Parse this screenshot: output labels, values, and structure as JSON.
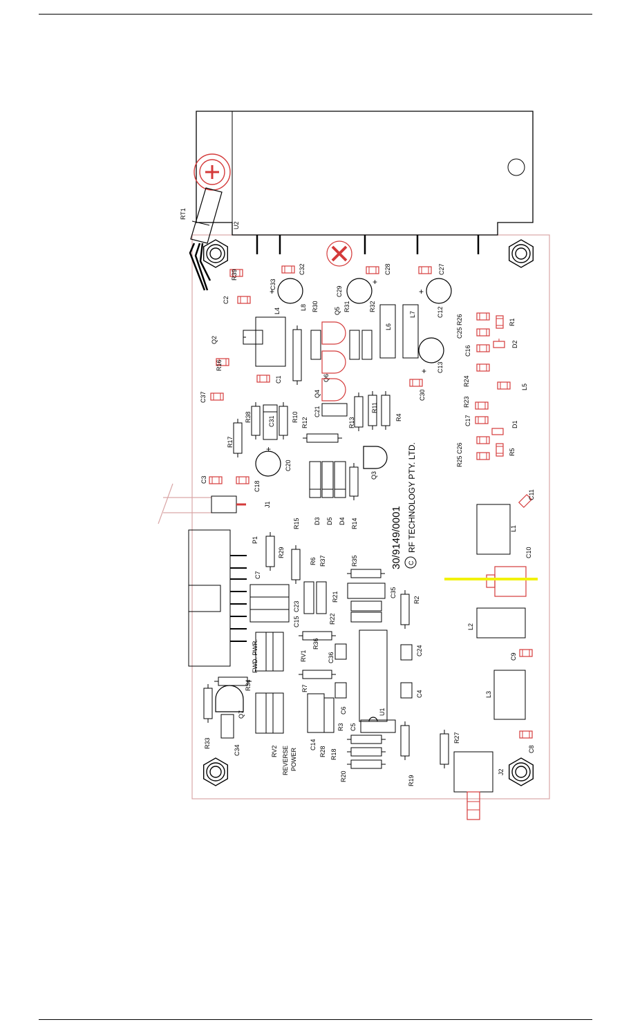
{
  "board": {
    "part_number": "30/9149/0001",
    "copyright_text": "RF TECHNOLOGY PTY. LTD.",
    "copyright_symbol": "C"
  },
  "colors": {
    "outline": "#d9a6a6",
    "pad": "#d43a3a",
    "line": "#000000",
    "highlight": "#f2f20a"
  },
  "labels": [
    {
      "id": "RT1",
      "text": "RT1"
    },
    {
      "id": "U2",
      "text": "U2"
    },
    {
      "id": "R39",
      "text": "R39"
    },
    {
      "id": "C32",
      "text": "C32"
    },
    {
      "id": "C28",
      "text": "C28"
    },
    {
      "id": "C27",
      "text": "C27"
    },
    {
      "id": "C33",
      "text": "C33"
    },
    {
      "id": "C29",
      "text": "C29"
    },
    {
      "id": "C2",
      "text": "C2"
    },
    {
      "id": "L8",
      "text": "L8"
    },
    {
      "id": "R30",
      "text": "R30"
    },
    {
      "id": "R31",
      "text": "R31"
    },
    {
      "id": "R32",
      "text": "R32"
    },
    {
      "id": "Q5",
      "text": "Q5"
    },
    {
      "id": "L4",
      "text": "L4"
    },
    {
      "id": "L6",
      "text": "L6"
    },
    {
      "id": "L7",
      "text": "L7"
    },
    {
      "id": "C12",
      "text": "C12"
    },
    {
      "id": "C25R26",
      "text": "C25  R26"
    },
    {
      "id": "R1",
      "text": "R1"
    },
    {
      "id": "Q2",
      "text": "Q2"
    },
    {
      "id": "D2",
      "text": "D2"
    },
    {
      "id": "C16",
      "text": "C16"
    },
    {
      "id": "R16",
      "text": "R16"
    },
    {
      "id": "C1",
      "text": "C1"
    },
    {
      "id": "Q6",
      "text": "Q6"
    },
    {
      "id": "C13",
      "text": "C13"
    },
    {
      "id": "R24",
      "text": "R24"
    },
    {
      "id": "L5",
      "text": "L5"
    },
    {
      "id": "C37",
      "text": "C37"
    },
    {
      "id": "Q4",
      "text": "Q4"
    },
    {
      "id": "C30",
      "text": "C30"
    },
    {
      "id": "R23",
      "text": "R23"
    },
    {
      "id": "R38",
      "text": "R38"
    },
    {
      "id": "C21",
      "text": "C21"
    },
    {
      "id": "R13",
      "text": "R13"
    },
    {
      "id": "R11",
      "text": "R11"
    },
    {
      "id": "R4",
      "text": "R4"
    },
    {
      "id": "C17",
      "text": "C17"
    },
    {
      "id": "D1",
      "text": "D1"
    },
    {
      "id": "C31",
      "text": "C31"
    },
    {
      "id": "R10",
      "text": "R10"
    },
    {
      "id": "R12",
      "text": "R12"
    },
    {
      "id": "R17",
      "text": "R17"
    },
    {
      "id": "R25C26",
      "text": "R25  C26"
    },
    {
      "id": "R5",
      "text": "R5"
    },
    {
      "id": "C20",
      "text": "C20"
    },
    {
      "id": "Q3",
      "text": "Q3"
    },
    {
      "id": "C3",
      "text": "C3"
    },
    {
      "id": "C18",
      "text": "C18"
    },
    {
      "id": "C11",
      "text": "C11"
    },
    {
      "id": "J1",
      "text": "J1"
    },
    {
      "id": "R15",
      "text": "R15"
    },
    {
      "id": "D3",
      "text": "D3"
    },
    {
      "id": "D5",
      "text": "D5"
    },
    {
      "id": "D4",
      "text": "D4"
    },
    {
      "id": "R14",
      "text": "R14"
    },
    {
      "id": "L1",
      "text": "L1"
    },
    {
      "id": "P1",
      "text": "P1"
    },
    {
      "id": "R29",
      "text": "R29"
    },
    {
      "id": "R6",
      "text": "R6"
    },
    {
      "id": "R37",
      "text": "R37"
    },
    {
      "id": "R35",
      "text": "R35"
    },
    {
      "id": "C10",
      "text": "C10"
    },
    {
      "id": "C7",
      "text": "C7"
    },
    {
      "id": "R21",
      "text": "R21"
    },
    {
      "id": "C35",
      "text": "C35"
    },
    {
      "id": "C23",
      "text": "C23"
    },
    {
      "id": "R2",
      "text": "R2"
    },
    {
      "id": "C15",
      "text": "C15"
    },
    {
      "id": "R22",
      "text": "R22"
    },
    {
      "id": "L2",
      "text": "L2"
    },
    {
      "id": "FWDPWR",
      "text": "FWD. PWR."
    },
    {
      "id": "RV1",
      "text": "RV1"
    },
    {
      "id": "R36",
      "text": "R36"
    },
    {
      "id": "C36",
      "text": "C36"
    },
    {
      "id": "C24",
      "text": "C24"
    },
    {
      "id": "C9",
      "text": "C9"
    },
    {
      "id": "R7",
      "text": "R7"
    },
    {
      "id": "R34",
      "text": "R34"
    },
    {
      "id": "C4",
      "text": "C4"
    },
    {
      "id": "L3",
      "text": "L3"
    },
    {
      "id": "C6",
      "text": "C6"
    },
    {
      "id": "Q7",
      "text": "Q7"
    },
    {
      "id": "U1",
      "text": "U1"
    },
    {
      "id": "C5",
      "text": "C5"
    },
    {
      "id": "R3",
      "text": "R3"
    },
    {
      "id": "C14",
      "text": "C14"
    },
    {
      "id": "R28",
      "text": "R28"
    },
    {
      "id": "R18",
      "text": "R18"
    },
    {
      "id": "R33",
      "text": "R33"
    },
    {
      "id": "C34",
      "text": "C34"
    },
    {
      "id": "RV2",
      "text": "RV2"
    },
    {
      "id": "REVERSE",
      "text": "REVERSE"
    },
    {
      "id": "POWER",
      "text": "POWER"
    },
    {
      "id": "R27",
      "text": "R27"
    },
    {
      "id": "C8",
      "text": "C8"
    },
    {
      "id": "R20",
      "text": "R20"
    },
    {
      "id": "R19",
      "text": "R19"
    },
    {
      "id": "J2",
      "text": "J2"
    }
  ]
}
